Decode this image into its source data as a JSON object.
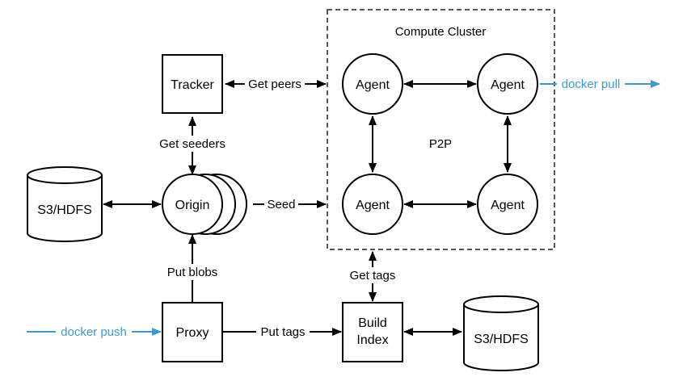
{
  "diagram": {
    "cluster_title": "Compute Cluster",
    "p2p_label": "P2P",
    "nodes": {
      "tracker": "Tracker",
      "origin": "Origin",
      "proxy": "Proxy",
      "build_index_line1": "Build",
      "build_index_line2": "Index",
      "storage_left": "S3/HDFS",
      "storage_right": "S3/HDFS",
      "agent": "Agent"
    },
    "edges": {
      "get_peers": "Get peers",
      "get_seeders": "Get seeders",
      "seed": "Seed",
      "put_blobs": "Put blobs",
      "get_tags": "Get tags",
      "put_tags": "Put tags",
      "docker_pull": "docker pull",
      "docker_push": "docker push"
    },
    "colors": {
      "line": "#000000",
      "docker_blue": "#3d9ad1",
      "cluster_border": "#555555"
    }
  }
}
